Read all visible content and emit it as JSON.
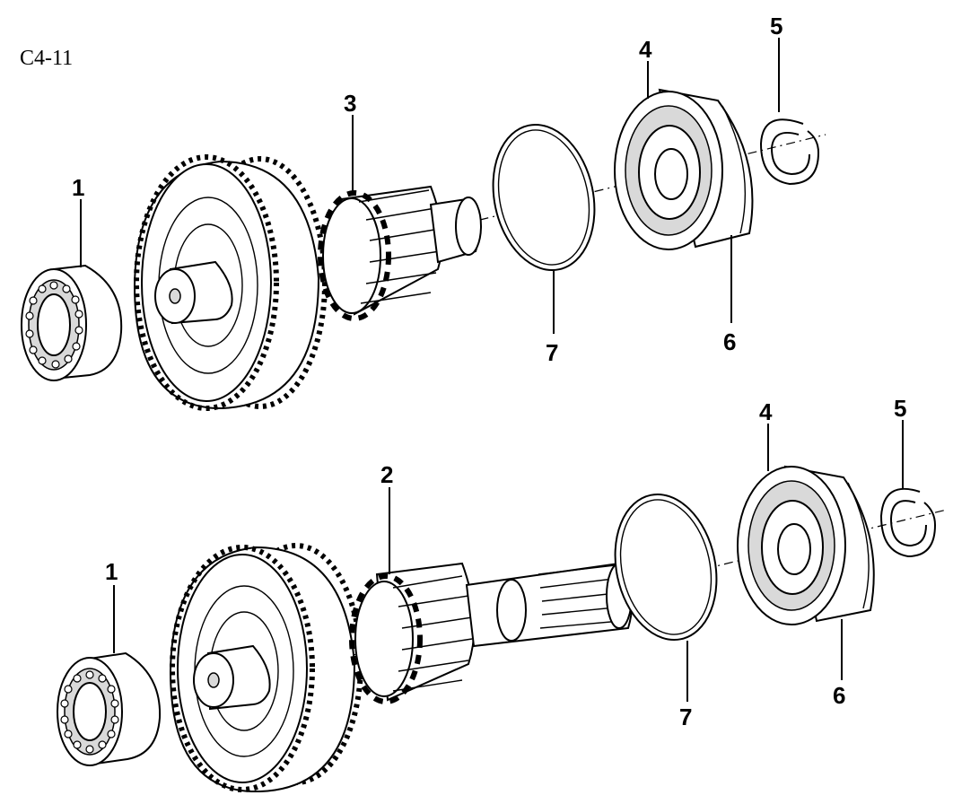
{
  "diagram_code": "C4-11",
  "upper_assembly": {
    "labels": [
      "1",
      "3",
      "7",
      "4",
      "5",
      "6"
    ]
  },
  "lower_assembly": {
    "labels": [
      "1",
      "2",
      "7",
      "4",
      "5",
      "6"
    ]
  }
}
